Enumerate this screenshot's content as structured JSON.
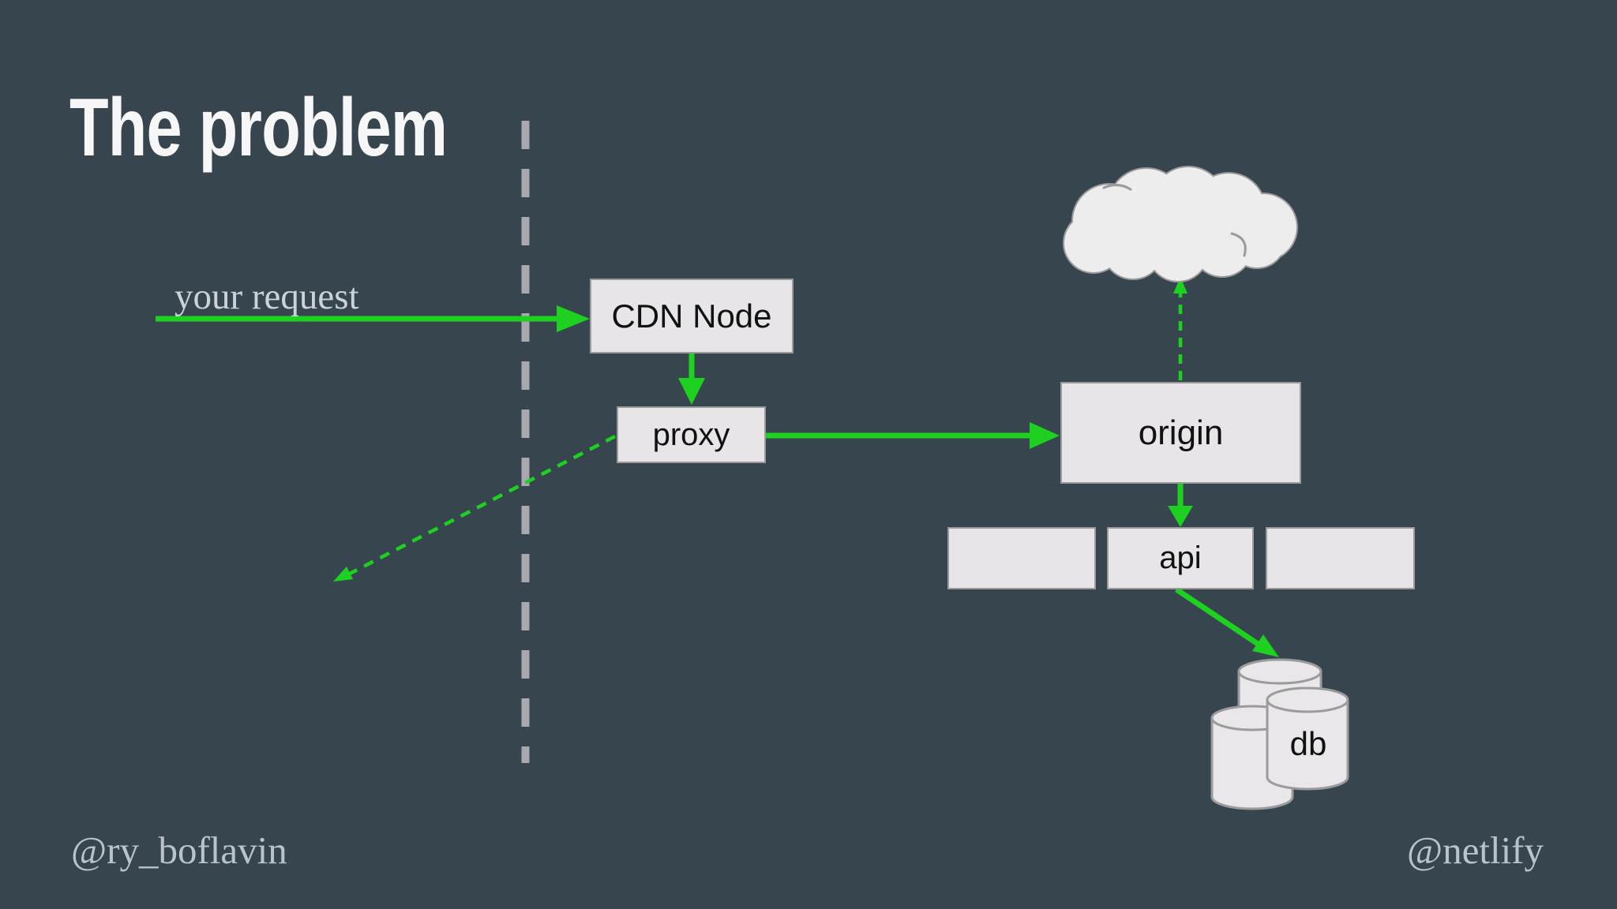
{
  "slide": {
    "title": "The problem",
    "footer_left": "@ry_boflavin",
    "footer_right": "@netlify"
  },
  "diagram": {
    "request_label": "your request",
    "nodes": {
      "cdn": {
        "label": "CDN Node"
      },
      "proxy": {
        "label": "proxy"
      },
      "origin": {
        "label": "origin"
      },
      "api": {
        "label": "api"
      },
      "slot_left": {
        "label": ""
      },
      "slot_right": {
        "label": ""
      },
      "db": {
        "label": "db"
      }
    },
    "icons": {
      "cloud": "internet-cloud-icon",
      "database": "database-cylinders-icon"
    }
  },
  "colors": {
    "background": "#36454e",
    "arrow_green": "#1ed121",
    "boundary_dash_gray": "#a8a8ae",
    "node_fill": "#e7e5e8",
    "node_border": "#9b9b9b",
    "cloud_fill": "#ededed",
    "cylinder_fill": "#e9e7e9",
    "title_text": "#f7f7f7",
    "muted_serif_text": "#bac3ca",
    "request_text": "#ccd3d8",
    "node_text": "#111111"
  }
}
